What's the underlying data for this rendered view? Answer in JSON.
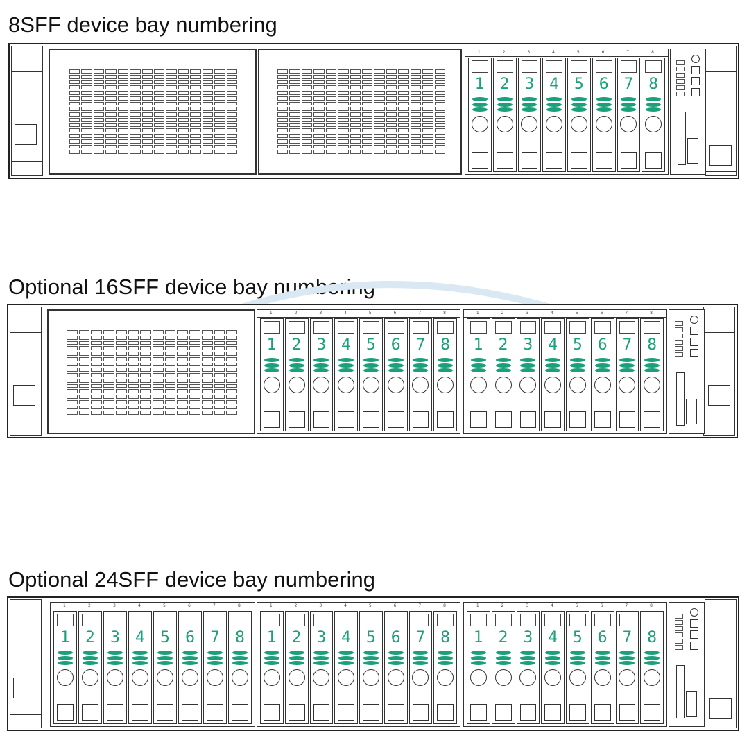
{
  "sections": [
    {
      "title": "8SFF device bay numbering",
      "cages": 1,
      "bays": [
        "1",
        "2",
        "3",
        "4",
        "5",
        "6",
        "7",
        "8"
      ]
    },
    {
      "title": "Optional 16SFF device bay numbering",
      "cages": 2,
      "bays": [
        "1",
        "2",
        "3",
        "4",
        "5",
        "6",
        "7",
        "8"
      ]
    },
    {
      "title": "Optional 24SFF device bay numbering",
      "cages": 3,
      "bays": [
        "1",
        "2",
        "3",
        "4",
        "5",
        "6",
        "7",
        "8"
      ]
    }
  ],
  "cage_strip_labels": [
    "1",
    "2",
    "3",
    "4",
    "5",
    "6",
    "7",
    "8"
  ],
  "colors": {
    "drive_number": "#1aa07a",
    "outline": "#222222"
  },
  "icons": [
    "disk-stack-icon",
    "power-button-icon",
    "usb-port-icon",
    "health-led-icon"
  ]
}
